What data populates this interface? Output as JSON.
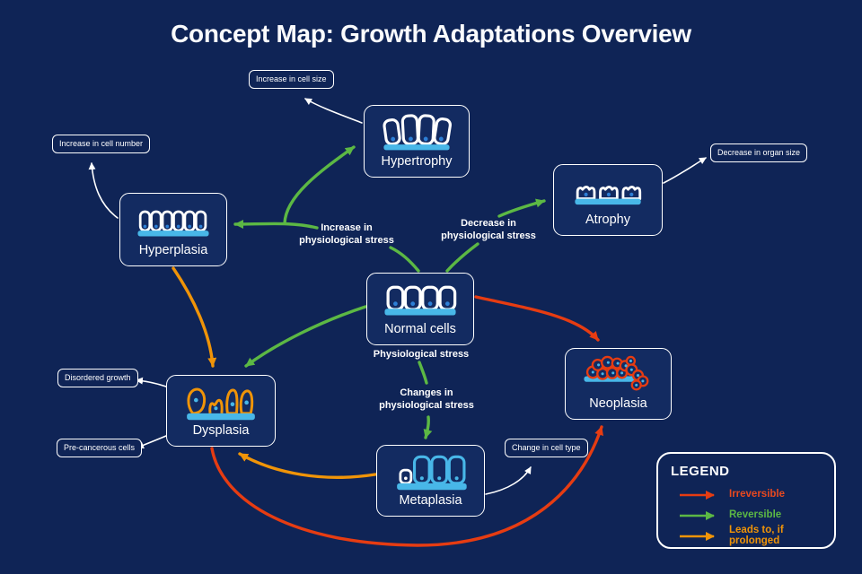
{
  "title": "Concept Map: Growth Adaptations Overview",
  "nodes": [
    {
      "id": "hypertrophy",
      "label": "Hypertrophy"
    },
    {
      "id": "hyperplasia",
      "label": "Hyperplasia"
    },
    {
      "id": "atrophy",
      "label": "Atrophy"
    },
    {
      "id": "normal-cells",
      "label": "Normal cells"
    },
    {
      "id": "dysplasia",
      "label": "Dysplasia"
    },
    {
      "id": "metaplasia",
      "label": "Metaplasia"
    },
    {
      "id": "neoplasia",
      "label": "Neoplasia"
    }
  ],
  "annotations": [
    {
      "id": "increase-cell-size",
      "text": "Increase in cell size"
    },
    {
      "id": "increase-cell-number",
      "text": "Increase in cell number"
    },
    {
      "id": "decrease-organ-size",
      "text": "Decrease in organ size"
    },
    {
      "id": "disordered-growth",
      "text": "Disordered growth"
    },
    {
      "id": "pre-cancerous-cells",
      "text": "Pre-cancerous cells"
    },
    {
      "id": "change-in-cell-type",
      "text": "Change in cell type"
    }
  ],
  "edge_labels": [
    {
      "id": "increase-stress",
      "text": "Increase in\nphysiological stress"
    },
    {
      "id": "decrease-stress",
      "text": "Decrease in\nphysiological stress"
    },
    {
      "id": "physiological-stress",
      "text": "Physiological stress"
    },
    {
      "id": "changes-stress",
      "text": "Changes in\nphysiological stress"
    }
  ],
  "edges": [
    {
      "from": "normal-cells",
      "to": "hypertrophy",
      "type": "reversible"
    },
    {
      "from": "normal-cells",
      "to": "hyperplasia",
      "type": "reversible"
    },
    {
      "from": "normal-cells",
      "to": "atrophy",
      "type": "reversible"
    },
    {
      "from": "normal-cells",
      "to": "dysplasia",
      "type": "reversible"
    },
    {
      "from": "normal-cells",
      "to": "metaplasia",
      "type": "reversible"
    },
    {
      "from": "normal-cells",
      "to": "neoplasia",
      "type": "irreversible"
    },
    {
      "from": "dysplasia",
      "to": "neoplasia",
      "type": "irreversible"
    },
    {
      "from": "hyperplasia",
      "to": "dysplasia",
      "type": "leads-to-if-prolonged"
    },
    {
      "from": "metaplasia",
      "to": "dysplasia",
      "type": "leads-to-if-prolonged"
    }
  ],
  "legend": {
    "title": "LEGEND",
    "items": [
      {
        "label": "Irreversible",
        "color": "#e63c12"
      },
      {
        "label": "Reversible",
        "color": "#5cb844"
      },
      {
        "label": "Leads to, if prolonged",
        "color": "#f09408"
      }
    ]
  },
  "colors": {
    "background": "#0f2456",
    "node_border": "#ffffff",
    "irreversible_red": "#e63c12",
    "reversible_green": "#5cb844",
    "prolonged_orange": "#f09408",
    "cell_light_blue": "#48b7e8",
    "nucleus_blue": "#2d7fd6",
    "annotation_white": "#ffffff"
  }
}
